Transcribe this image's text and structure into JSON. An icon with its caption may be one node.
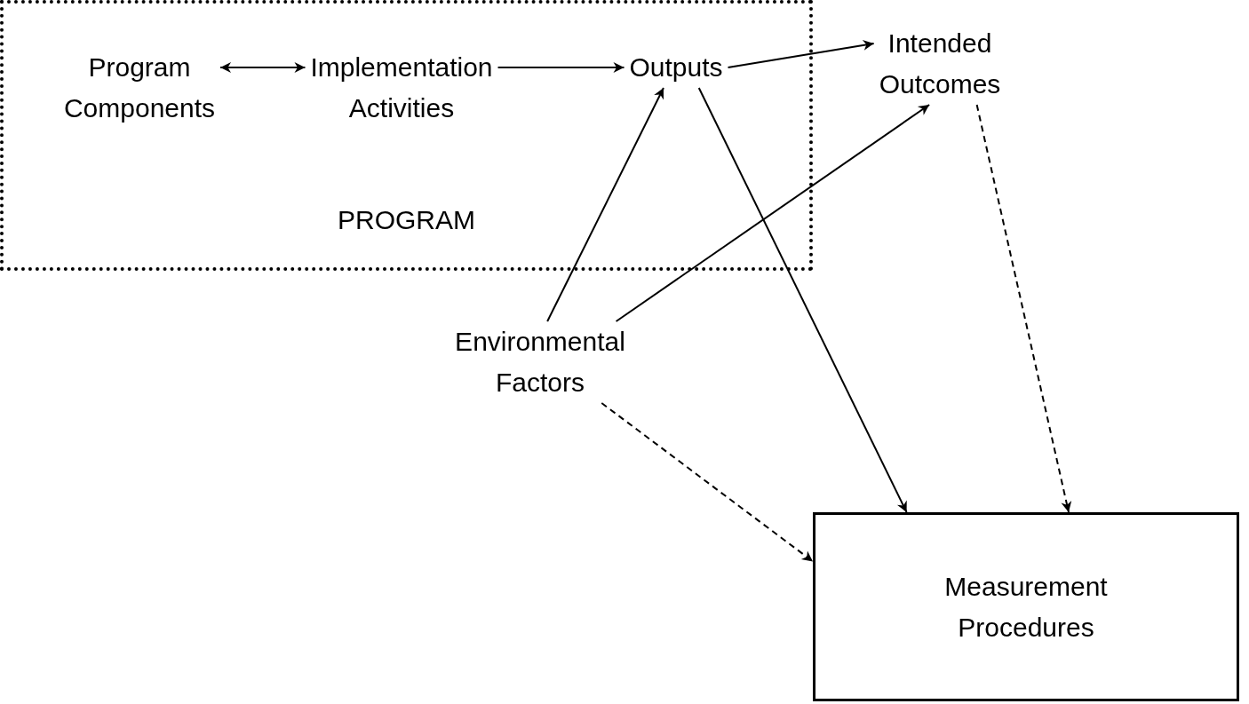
{
  "diagram": {
    "nodes": [
      {
        "text": [
          "PROGRAM"
        ]
      },
      {
        "text": [
          "Program Components"
        ],
        "in": 0
      },
      {
        "text": [
          "Implementation Activities"
        ],
        "in": 0
      },
      {
        "text": [
          "Outputs"
        ],
        "in": 0
      },
      {
        "text": [
          "Intended Outcomes"
        ]
      },
      {
        "text": [
          "Environmental Factors"
        ]
      },
      {
        "text": [
          "Measurement Procedures"
        ]
      }
    ],
    "edges": [
      {
        "from": 1,
        "to": 2,
        "arrow": "both"
      },
      {
        "from": 2,
        "to": 3,
        "arrow": "to"
      },
      {
        "from": 3,
        "to": 4,
        "arrow": "to"
      },
      {
        "from": 5,
        "to": 3,
        "arrow": "to"
      },
      {
        "from": 5,
        "to": 4,
        "arrow": "to"
      },
      {
        "from": 3,
        "to": 6,
        "arrow": "to"
      },
      {
        "from": 4,
        "to": 6,
        "arrow": "to",
        "style": "dashed"
      },
      {
        "from": 5,
        "to": 6,
        "arrow": "to",
        "style": "dashed"
      }
    ]
  }
}
